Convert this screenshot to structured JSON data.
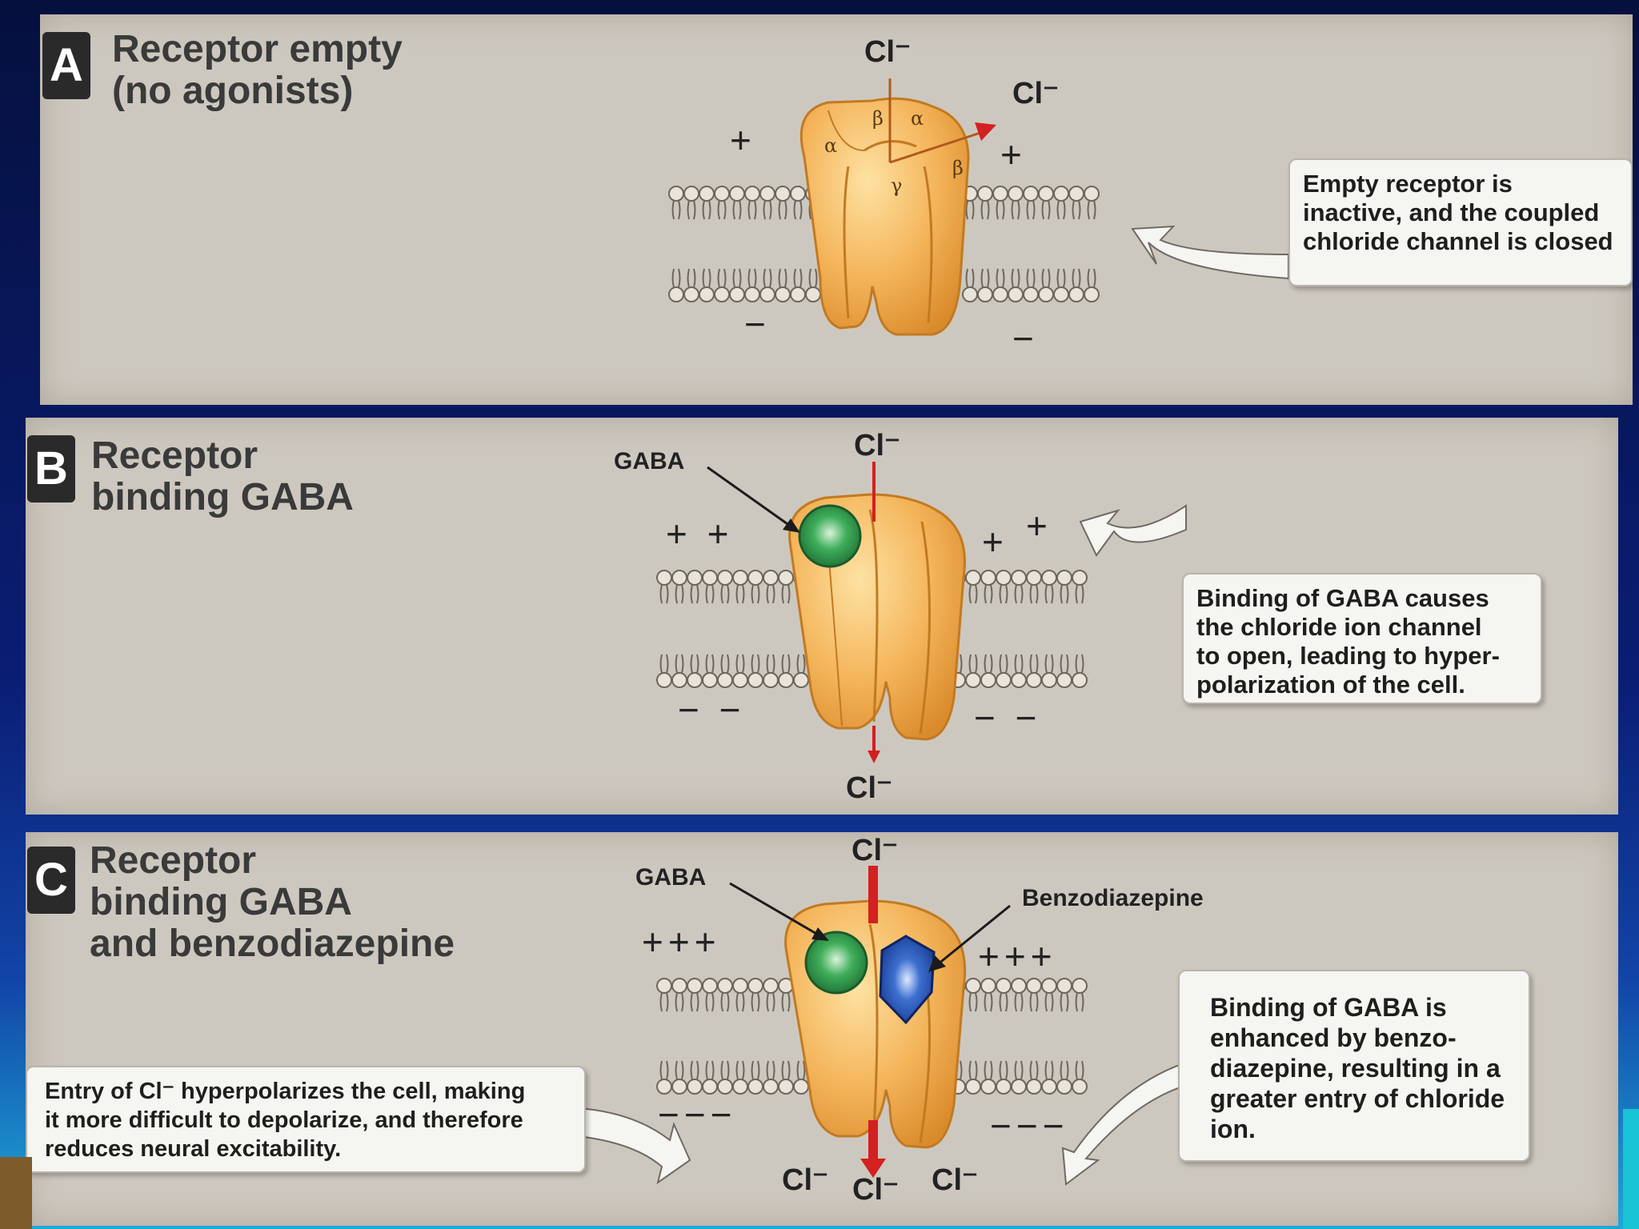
{
  "panels": [
    {
      "badge": "A",
      "title_lines": [
        "Receptor empty",
        "(no agonists)"
      ],
      "cl_top": "Cl⁻",
      "cl_side": "Cl⁻",
      "subunits": [
        "β",
        "α",
        "α",
        "γ",
        "β"
      ],
      "signs_top_left": "+",
      "signs_top_right": "+",
      "signs_bottom_left": "−",
      "signs_bottom_right": "−",
      "callout_lines": [
        "Empty receptor is",
        "inactive, and the coupled",
        "chloride channel is closed"
      ]
    },
    {
      "badge": "B",
      "title_lines": [
        "Receptor",
        "binding GABA"
      ],
      "cl_top": "Cl⁻",
      "cl_bottom": "Cl⁻",
      "gaba_label": "GABA",
      "signs_top_left": "+ +",
      "signs_top_right_1": "+",
      "signs_top_right_2": "+",
      "signs_bottom_left": "− −",
      "signs_bottom_right": "− −",
      "callout_lines": [
        "Binding of GABA causes",
        "the chloride ion channel",
        "to open, leading to hyper-",
        "polarization of the cell."
      ]
    },
    {
      "badge": "C",
      "title_lines": [
        "Receptor",
        "binding GABA",
        "and benzodiazepine"
      ],
      "cl_top": "Cl⁻",
      "cl_bottom_left": "Cl⁻",
      "cl_bottom_mid": "Cl⁻",
      "cl_bottom_right": "Cl⁻",
      "gaba_label": "GABA",
      "benzo_label": "Benzodiazepine",
      "signs_top_left": "+++",
      "signs_top_right": "+++",
      "signs_bottom_left": "−−−",
      "signs_bottom_right": "−−−",
      "callout_right_lines": [
        "Binding of GABA is",
        "enhanced by benzo-",
        "diazepine, resulting in a",
        "greater entry of chloride",
        "ion."
      ],
      "callout_left_lines": [
        "Entry of Cl⁻ hyperpolarizes the cell, making",
        "it more difficult to depolarize, and therefore",
        "reduces neural excitability."
      ]
    }
  ],
  "colors": {
    "protein": "#f0a542",
    "protein_light": "#fbd27f",
    "gaba": "#2f9a4b",
    "benzodiazepine": "#2247a8",
    "ion_arrow": "#d32020",
    "panel_bg": "#cdc8bf"
  }
}
